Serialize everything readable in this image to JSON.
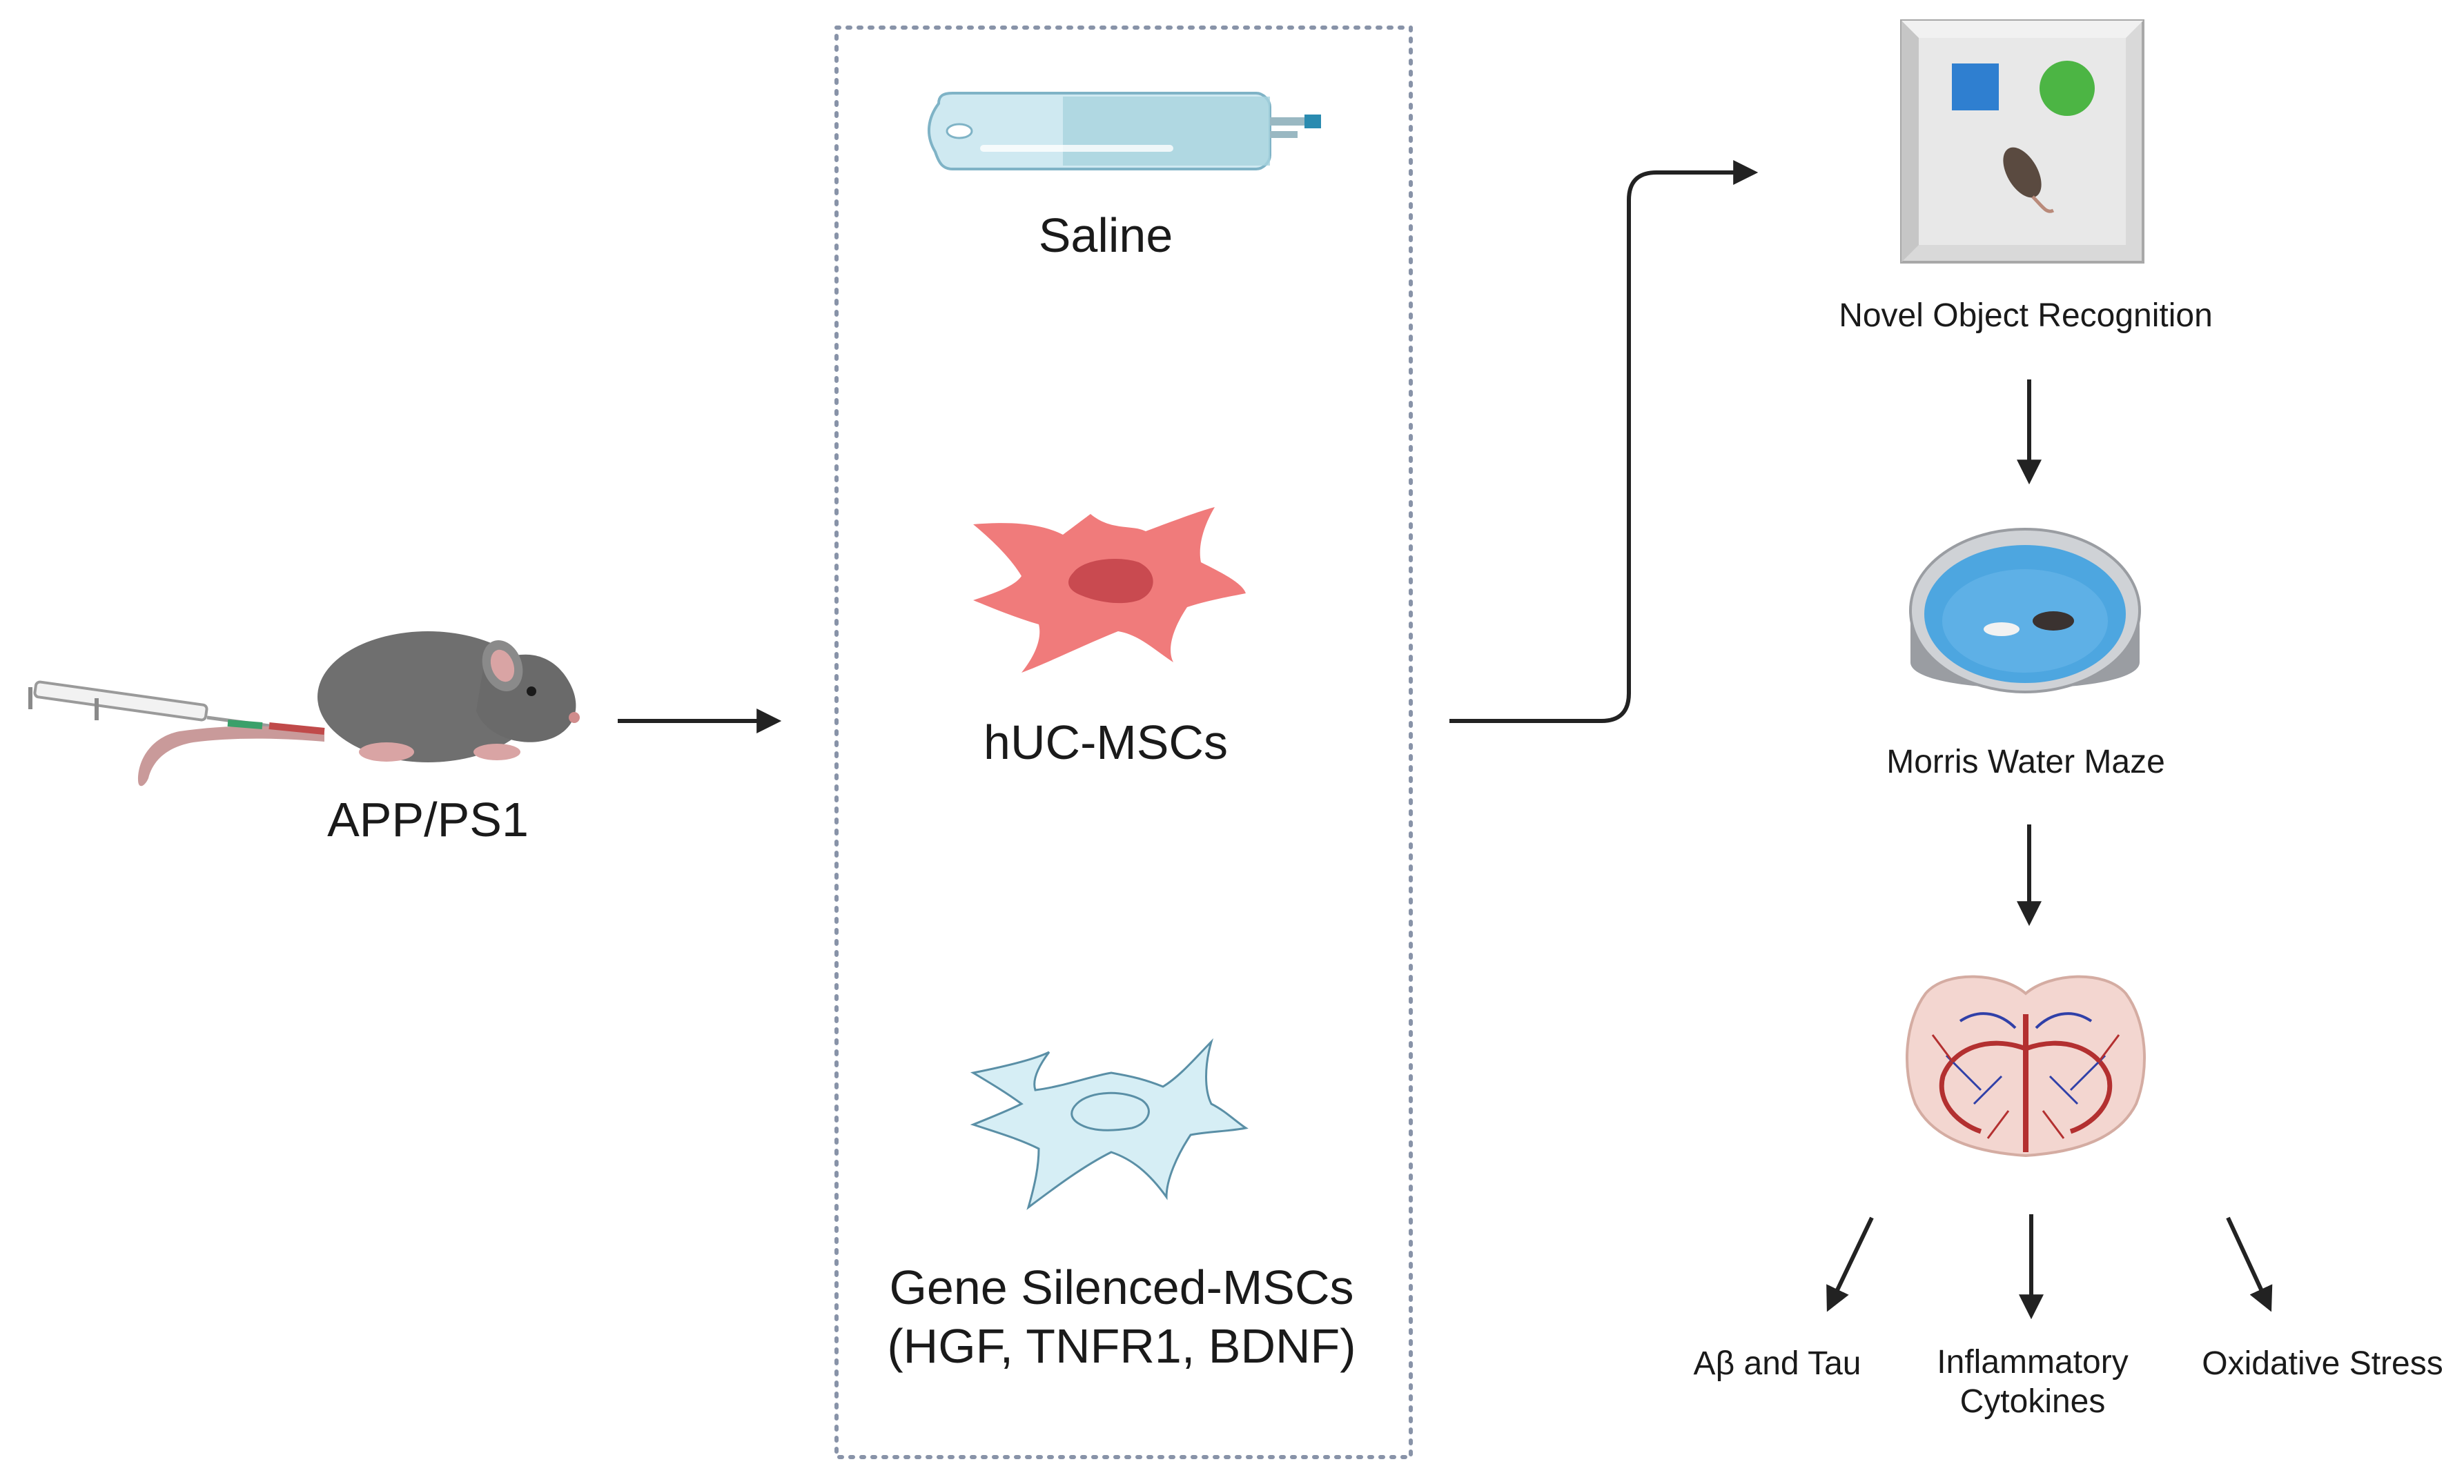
{
  "model": {
    "label": "APP/PS1"
  },
  "treatments": {
    "saline": "Saline",
    "huc_mscs": "hUC-MSCs",
    "gene_silenced_line1": "Gene Silenced-MSCs",
    "gene_silenced_line2": "(HGF, TNFR1, BDNF)"
  },
  "tests": {
    "novel_object": "Novel Object Recognition",
    "morris_water_maze": "Morris Water Maze"
  },
  "outcomes": {
    "abeta_tau": "Aβ and Tau",
    "inflammatory_line1": "Inflammatory",
    "inflammatory_line2": "Cytokines",
    "oxidative_stress": "Oxidative Stress"
  },
  "colors": {
    "mouse": "#6f6f6f",
    "msc": "#f07b7b",
    "msc_nucleus": "#c94a50",
    "silenced_msc": "#d6eef5",
    "saline_bag": "#b8dde8",
    "water": "#4da6e0",
    "arrow": "#222222",
    "frame": "#8893a8"
  },
  "icons": [
    "mouse-icon",
    "syringe-icon",
    "saline-bag-icon",
    "msc-cell-icon",
    "silenced-cell-icon",
    "arena-icon",
    "water-maze-icon",
    "brain-icon"
  ]
}
